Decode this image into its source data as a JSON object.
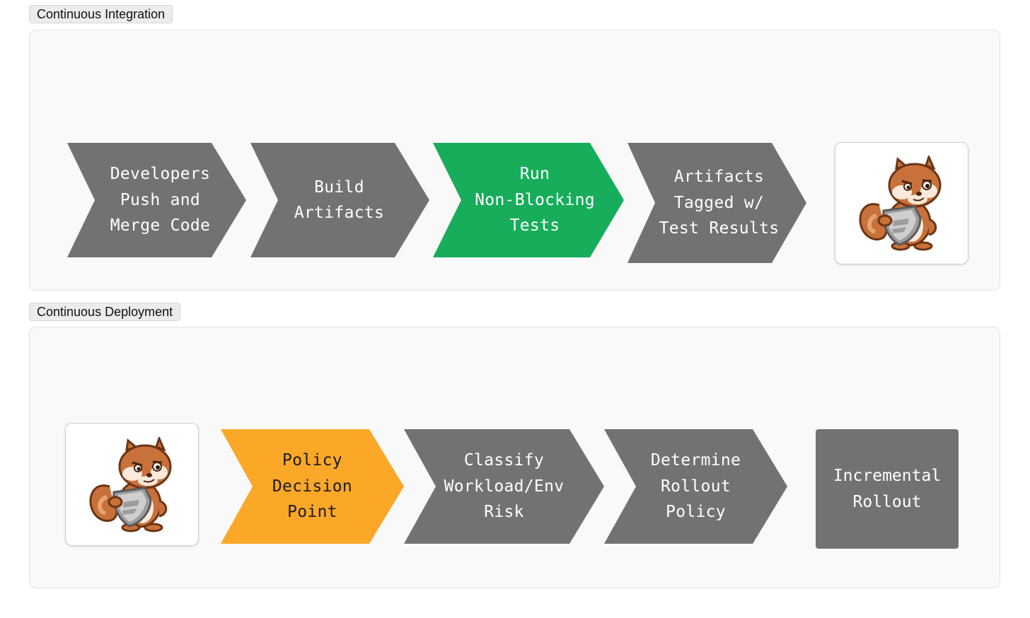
{
  "colors": {
    "gray": "#727272",
    "green": "#17ad5a",
    "orange": "#fba728",
    "text_light": "#ffffff",
    "text_dark": "#1c1c1c"
  },
  "ci": {
    "label": "Continuous Integration",
    "steps": [
      {
        "text": "Developers\nPush and\nMerge Code",
        "color": "gray"
      },
      {
        "text": "Build\nArtifacts",
        "color": "gray"
      },
      {
        "text": "Run\nNon-Blocking\nTests",
        "color": "green"
      },
      {
        "text": "Artifacts\nTagged w/\nTest Results",
        "color": "gray"
      }
    ],
    "mascot_icon": "squirrel-shield-icon"
  },
  "cd": {
    "label": "Continuous Deployment",
    "mascot_icon": "squirrel-shield-icon",
    "steps": [
      {
        "text": "Policy\nDecision\nPoint",
        "color": "orange"
      },
      {
        "text": "Classify\nWorkload/Env\nRisk",
        "color": "gray"
      },
      {
        "text": "Determine\nRollout\nPolicy",
        "color": "gray"
      }
    ],
    "final": {
      "text": "Incremental\nRollout",
      "color": "gray"
    }
  }
}
